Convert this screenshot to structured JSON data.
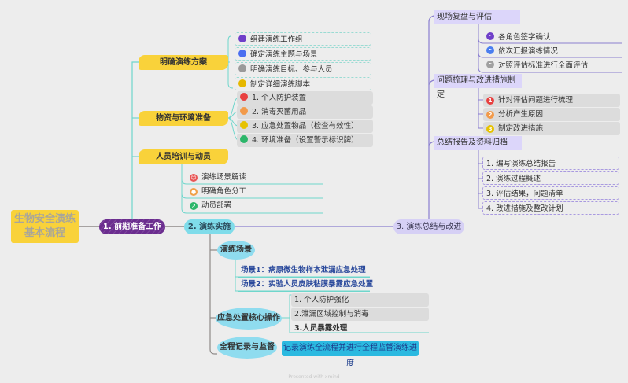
{
  "root": {
    "title": "生物安全演练基本流程"
  },
  "branches": [
    {
      "label": "1. 前期准备工作",
      "color": "#6b2d8f",
      "topics": [
        {
          "label": "明确演练方案",
          "items": [
            {
              "label": "组建演练工作组",
              "dot": "#6f3fc9"
            },
            {
              "label": "确定演练主题与场景",
              "dot": "#4a6ef0"
            },
            {
              "label": "明确演练目标、参与人员",
              "dot": "#9a9a9a"
            },
            {
              "label": "制定详细演练脚本",
              "dot": "#e6b800"
            }
          ]
        },
        {
          "label": "物资与环境准备",
          "items": [
            {
              "label": "1. 个人防护装置",
              "dot": "#e84040"
            },
            {
              "label": "2. 消毒灭菌用品",
              "dot": "#f29a4a"
            },
            {
              "label": "3. 应急处置物品（检查有效性）",
              "dot": "#e6c200"
            },
            {
              "label": "4. 环境准备（设置警示标识牌）",
              "dot": "#2cb66a"
            }
          ]
        },
        {
          "label": "人员培训与动员",
          "items": [
            {
              "label": "演练场景解读",
              "icon": "smile-icon",
              "color": "#e85656"
            },
            {
              "label": "明确角色分工",
              "icon": "person-icon",
              "color": "#f0a048"
            },
            {
              "label": "动员部署",
              "icon": "run-icon",
              "color": "#2cb66a"
            }
          ]
        }
      ]
    },
    {
      "label": "2. 演练实施",
      "color": "#7fdcea",
      "topics": [
        {
          "label": "演练场景",
          "items": [
            {
              "label": "场景1：病原微生物样本泄漏应急处理"
            },
            {
              "label": "场景2：实验人员皮肤粘膜暴露应急处置"
            }
          ]
        },
        {
          "label": "应急处置核心操作",
          "items": [
            {
              "label": "1. 个人防护强化"
            },
            {
              "label": "2.泄漏区域控制与消毒"
            },
            {
              "label": "3.人员暴露处理"
            }
          ]
        },
        {
          "label": "全程记录与监督",
          "items": [
            {
              "label": "记录演练全流程并进行全程监督演练进度"
            }
          ]
        }
      ]
    },
    {
      "label": "3. 演练总结与改进",
      "color": "#d6d0f5",
      "topics": [
        {
          "label": "现场复盘与评估",
          "items": [
            {
              "label": "各角色签字确认",
              "flag": "#6f3fc9"
            },
            {
              "label": "依次汇报演练情况",
              "flag": "#4a7ef0"
            },
            {
              "label": "对照评估标准进行全面评估",
              "flag": "#a0a0a0"
            }
          ]
        },
        {
          "label": "问题梳理与改进措施制定",
          "items": [
            {
              "label": "针对评估问题进行梳理",
              "badge": "1",
              "color": "#e84040"
            },
            {
              "label": "分析产生原因",
              "badge": "2",
              "color": "#f29a4a"
            },
            {
              "label": "制定改进措施",
              "badge": "3",
              "color": "#e6c200"
            }
          ]
        },
        {
          "label": "总结报告及资料归档",
          "items": [
            {
              "label": "1. 编写演练总结报告"
            },
            {
              "label": "2. 演练过程概述"
            },
            {
              "label": "3. 评估结果，问题清单"
            },
            {
              "label": "4. 改进措施及整改计划"
            }
          ]
        }
      ]
    }
  ],
  "watermark": "Presented with xmind"
}
